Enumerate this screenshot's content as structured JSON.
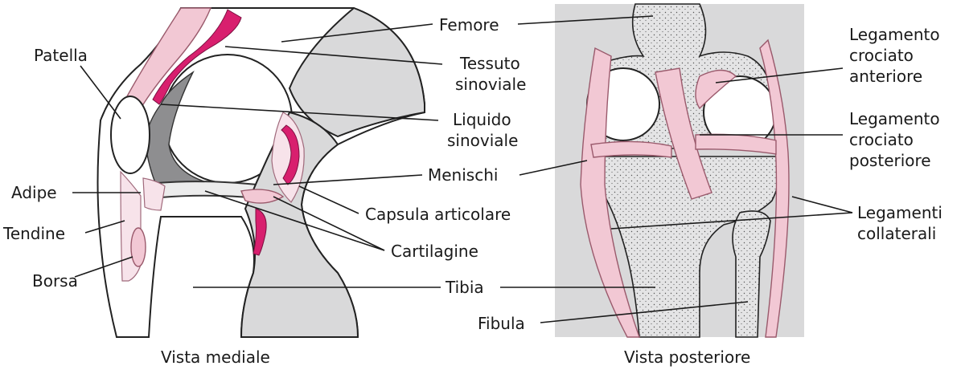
{
  "views": {
    "medial": "Vista mediale",
    "posterior": "Vista posteriore"
  },
  "labels": {
    "patella": "Patella",
    "adipe": "Adipe",
    "tendine": "Tendine",
    "borsa": "Borsa",
    "femore": "Femore",
    "tessuto_1": "Tessuto",
    "tessuto_2": "sinoviale",
    "liquido_1": "Liquido",
    "liquido_2": "sinoviale",
    "menischi": "Menischi",
    "capsula": "Capsula articolare",
    "cartilagine": "Cartilagine",
    "tibia": "Tibia",
    "fibula": "Fibula",
    "lca_1": "Legamento",
    "lca_2": "crociato",
    "lca_3": "anteriore",
    "lcp_1": "Legamento",
    "lcp_2": "crociato",
    "lcp_3": "posteriore",
    "collat_1": "Legamenti",
    "collat_2": "collaterali"
  },
  "colors": {
    "bone": "#d9d9da",
    "ligament": "#f2c8d4",
    "synovial_tissue": "#d81f6e",
    "synovial_fluid": "#8e8e90"
  }
}
